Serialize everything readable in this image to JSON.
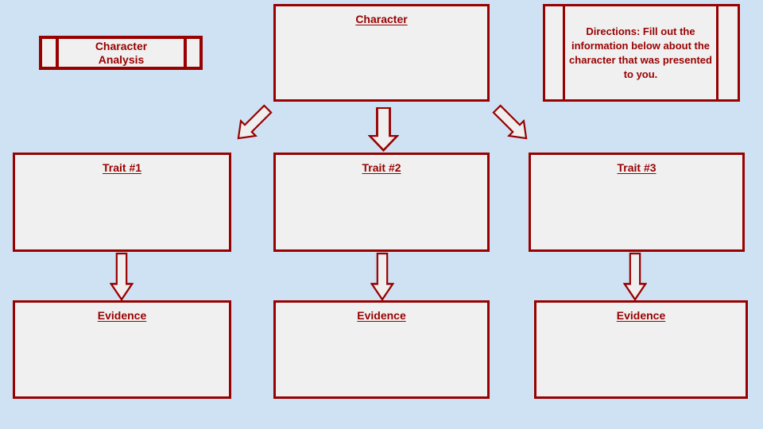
{
  "slide": {
    "title": "Character Analysis",
    "directions": "Directions: Fill out the information below about the character that was presented to you.",
    "character_label": "Character",
    "traits": [
      "Trait #1",
      "Trait #2",
      "Trait #3"
    ],
    "evidence_labels": [
      "Evidence",
      "Evidence",
      "Evidence"
    ]
  },
  "colors": {
    "background": "#cfe2f3",
    "box_fill": "#f0f0f0",
    "accent": "#990000"
  },
  "icons": {
    "arrow_char_to_trait1": "down-left-block-arrow",
    "arrow_char_to_trait2": "down-block-arrow",
    "arrow_char_to_trait3": "down-right-block-arrow",
    "arrow_trait1_to_evidence1": "down-block-arrow",
    "arrow_trait2_to_evidence2": "down-block-arrow",
    "arrow_trait3_to_evidence3": "down-block-arrow"
  }
}
